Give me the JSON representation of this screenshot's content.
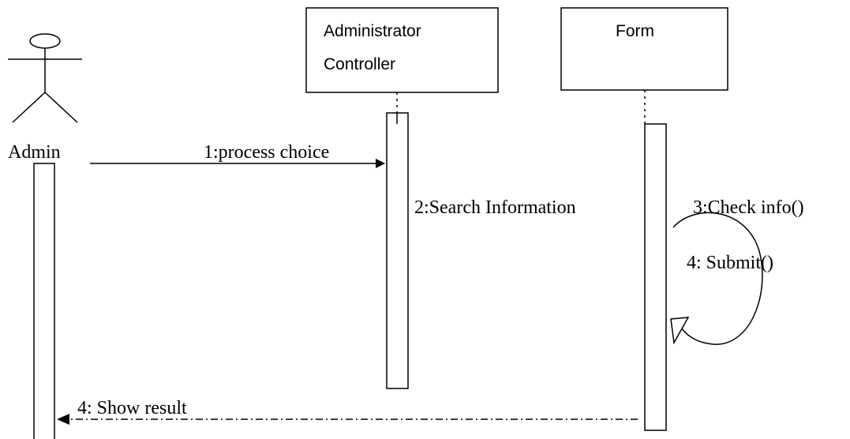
{
  "actor": {
    "name": "Admin"
  },
  "lifelines": {
    "controller": {
      "title_line1": "Administrator",
      "title_line2": "Controller"
    },
    "form": {
      "title": "Form"
    }
  },
  "messages": {
    "process_choice": "1:process choice",
    "search_information": "2:Search Information",
    "check_info": "3:Check info()",
    "submit": "4: Submit()",
    "show_result": "4: Show result"
  }
}
